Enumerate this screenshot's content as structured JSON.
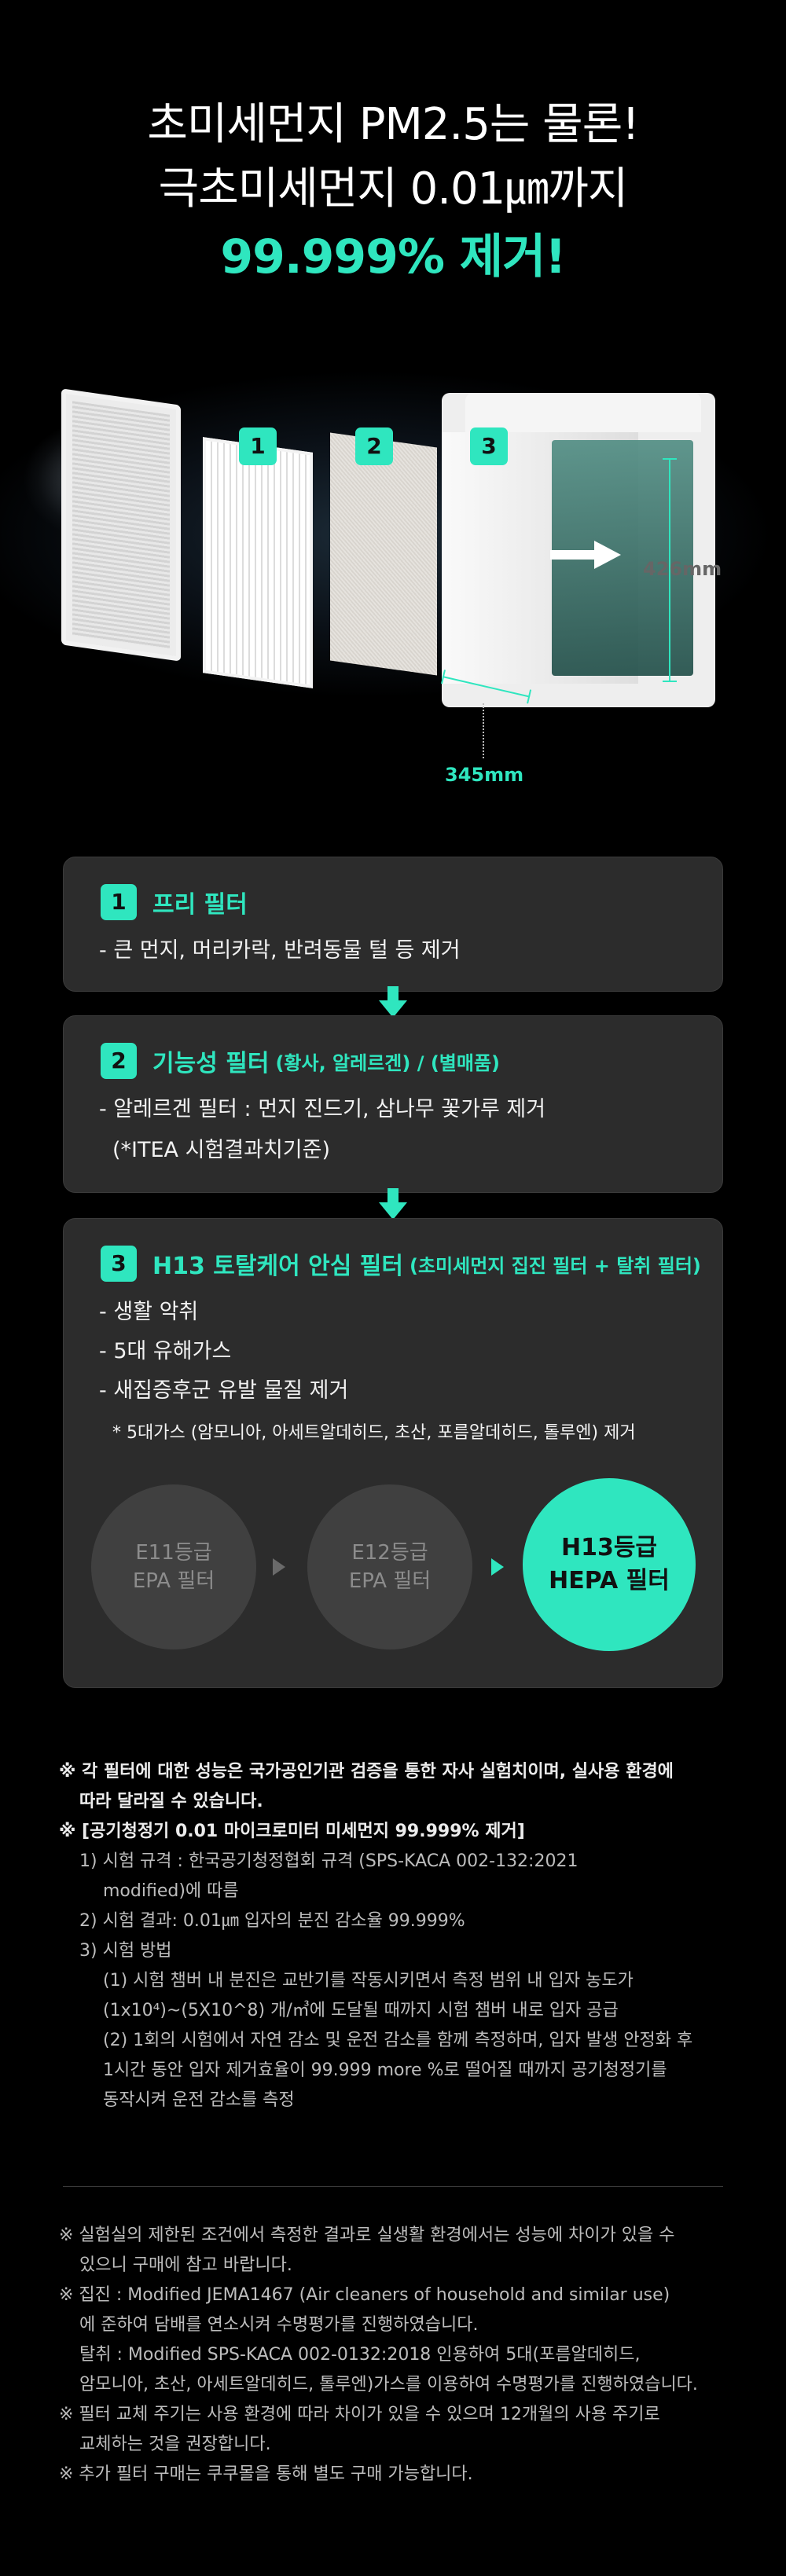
{
  "headline": {
    "line1": "초미세먼지 PM2.5는 물론!",
    "line2": "극초미세먼지 0.01㎛까지",
    "line3": "99.999% 제거!"
  },
  "diagram": {
    "badges": [
      "1",
      "2",
      "3"
    ],
    "height_label": "426mm",
    "width_label": "345mm"
  },
  "filters": [
    {
      "num": "1",
      "title": "프리 필터",
      "lines": [
        "- 큰 먼지, 머리카락, 반려동물 털 등 제거"
      ]
    },
    {
      "num": "2",
      "title": "기능성 필터",
      "subtitle": "(황사, 알레르겐) / (별매품)",
      "lines": [
        "- 알레르겐 필터 : 먼지 진드기, 삼나무 꽃가루 제거",
        "(*ITEA 시험결과치기준)"
      ]
    },
    {
      "num": "3",
      "title": "H13 토탈케어 안심 필터",
      "subtitle": "(초미세먼지 집진 필터 + 탈취 필터)",
      "lines": [
        "- 생활 악취",
        "- 5대 유해가스",
        "- 새집증후군 유발 물질 제거"
      ],
      "note": "* 5대가스 (암모니아, 아세트알데히드, 초산, 포름알데히드, 톨루엔) 제거"
    }
  ],
  "grades": [
    {
      "line1": "E11등급",
      "line2": "EPA 필터",
      "active": false
    },
    {
      "line1": "E12등급",
      "line2": "EPA 필터",
      "active": false
    },
    {
      "line1": "H13등급",
      "line2": "HEPA 필터",
      "active": true
    }
  ],
  "notes_top": {
    "n1a": "※ 각 필터에 대한 성능은 국가공인기관 검증을 통한 자사 실험치이며, 실사용 환경에",
    "n1b": "따라 달라질 수 있습니다.",
    "n2": "※ [공기청정기 0.01 마이크로미터 미세먼지 99.999% 제거]",
    "n3a": "1) 시험 규격 : 한국공기청정협회 규격 (SPS-KACA 002-132:2021",
    "n3b": "modified)에 따름",
    "n4": "2) 시험 결과: 0.01㎛ 입자의 분진 감소율 99.999%",
    "n5": "3) 시험 방법",
    "n6a": "(1) 시험 챔버 내 분진은 교반기를 작동시키면서 측정 범위 내 입자 농도가",
    "n6b": "(1x10⁴)~(5X10^8) 개/㎥에 도달될 때까지 시험 챔버 내로 입자 공급",
    "n7a": "(2) 1회의 시험에서 자연 감소 및 운전 감소를 함께 측정하며, 입자 발생 안정화 후",
    "n7b": "1시간 동안 입자 제거효율이 99.999 more %로 떨어질 때까지 공기청정기를",
    "n7c": "동작시켜 운전 감소를 측정"
  },
  "notes_bottom": {
    "a1": "※ 실험실의 제한된 조건에서 측정한 결과로 실생활 환경에서는 성능에 차이가 있을 수",
    "a2": "있으니 구매에 참고 바랍니다.",
    "b1": "※ 집진 : Modified JEMA1467 (Air cleaners of household and similar use)",
    "b2": "에 준하여 담배를 연소시켜 수명평가를 진행하였습니다.",
    "b3": "탈취 : Modified SPS-KACA 002-0132:2018 인용하여 5대(포름알데히드,",
    "b4": "암모니아, 초산, 아세트알데히드, 톨루엔)가스를 이용하여 수명평가를 진행하였습니다.",
    "c1": "※ 필터 교체 주기는 사용 환경에 따라 차이가 있을 수 있으며 12개월의 사용 주기로",
    "c2": "교체하는 것을 권장합니다.",
    "d1": "※ 추가 필터 구매는 쿠쿠몰을 통해 별도 구매 가능합니다."
  },
  "colors": {
    "accent": "#2fe6bf",
    "card": "#2c2c2c",
    "background": "#000000"
  }
}
